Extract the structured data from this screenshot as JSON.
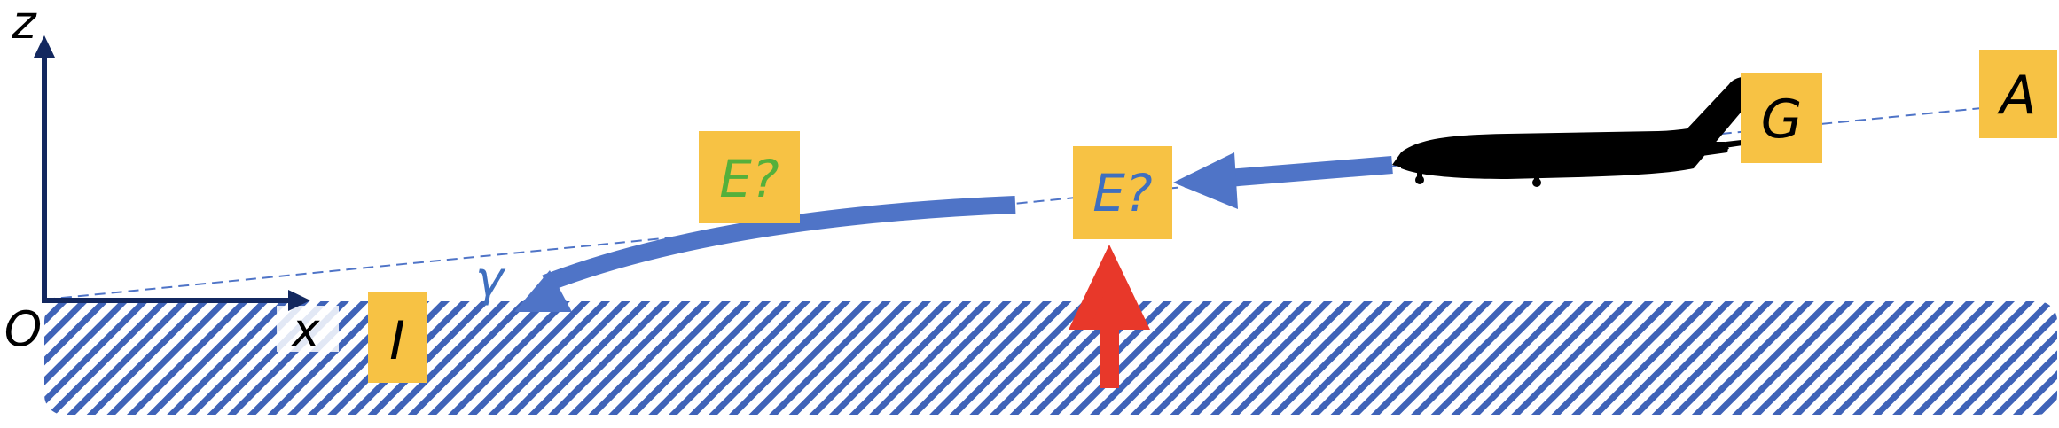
{
  "axes": {
    "z_label": "z",
    "x_label": "x",
    "origin_label": "O"
  },
  "angle_label": "γ",
  "boxes": {
    "A": "A",
    "G": "G",
    "I": "I",
    "E_upper": "E?",
    "E_lower": "E?"
  },
  "colors": {
    "box_fill": "#F7C244",
    "axis": "#13285F",
    "path_arrow": "#4F74C7",
    "dashed_line": "#4F74C7",
    "ground_hatch": "#3F63B8",
    "reaction_arrow": "#E8382A",
    "aircraft": "#000000",
    "label_green": "#55B03B",
    "label_blue": "#3F6FBF",
    "label_black": "#000000"
  },
  "icons": {
    "aircraft": "airplane-silhouette-icon"
  }
}
